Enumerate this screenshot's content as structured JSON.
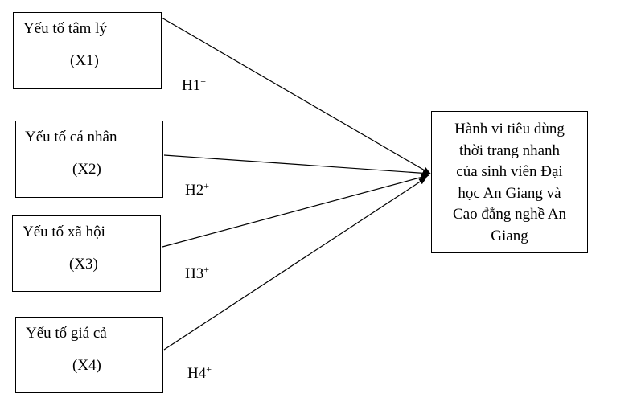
{
  "diagram": {
    "type": "research-model",
    "independent_variables": [
      {
        "id": "x1",
        "name": "Yếu tố tâm lý",
        "code": "(X1)"
      },
      {
        "id": "x2",
        "name": "Yếu tố cá nhân",
        "code": "(X2)"
      },
      {
        "id": "x3",
        "name": "Yếu tố xã hội",
        "code": "(X3)"
      },
      {
        "id": "x4",
        "name": "Yếu tố giá cả",
        "code": "(X4)"
      }
    ],
    "dependent_variable": {
      "id": "y",
      "text": "Hành vi tiêu dùng\nthời trang nhanh\ncủa sinh viên Đại\nhọc An Giang và\nCao đẳng nghề An\nGiang"
    },
    "hypotheses": [
      {
        "id": "h1",
        "label": "H1",
        "sign": "+",
        "from": "x1",
        "to": "y"
      },
      {
        "id": "h2",
        "label": "H2",
        "sign": "+",
        "from": "x2",
        "to": "y"
      },
      {
        "id": "h3",
        "label": "H3",
        "sign": "+",
        "from": "x3",
        "to": "y"
      },
      {
        "id": "h4",
        "label": "H4",
        "sign": "+",
        "from": "x4",
        "to": "y"
      }
    ],
    "colors": {
      "line": "#000000",
      "text": "#000000",
      "background": "#ffffff"
    }
  }
}
